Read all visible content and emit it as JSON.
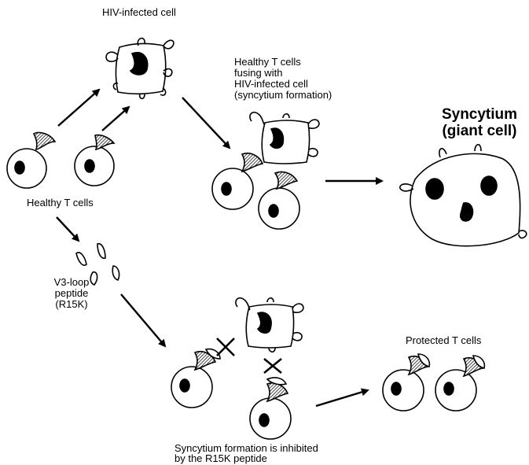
{
  "labels": {
    "hiv_infected_cell": "HIV-infected cell",
    "fusing_caption": [
      "Healthy T cells",
      "fusing with",
      "HIV-infected cell",
      "(syncytium formation)"
    ],
    "syncytium_title": [
      "Syncytium",
      "(giant cell)"
    ],
    "healthy_t_cells": "Healthy T cells",
    "peptide_caption": [
      "V3-loop",
      "peptide",
      "(R15K)"
    ],
    "protected_t_cells": "Protected T cells",
    "inhibited_caption": [
      "Syncytium formation is inhibited",
      "by the R15K peptide"
    ]
  },
  "colors": {
    "ink": "#000000",
    "background": "#ffffff",
    "receptor_hatch": "#555555"
  },
  "icons": [
    "t-cell-icon",
    "hiv-infected-cell-icon",
    "cd4-receptor-icon",
    "v3-peptide-icon",
    "syncytium-giant-cell-icon",
    "block-cross-icon",
    "arrow-icon"
  ]
}
